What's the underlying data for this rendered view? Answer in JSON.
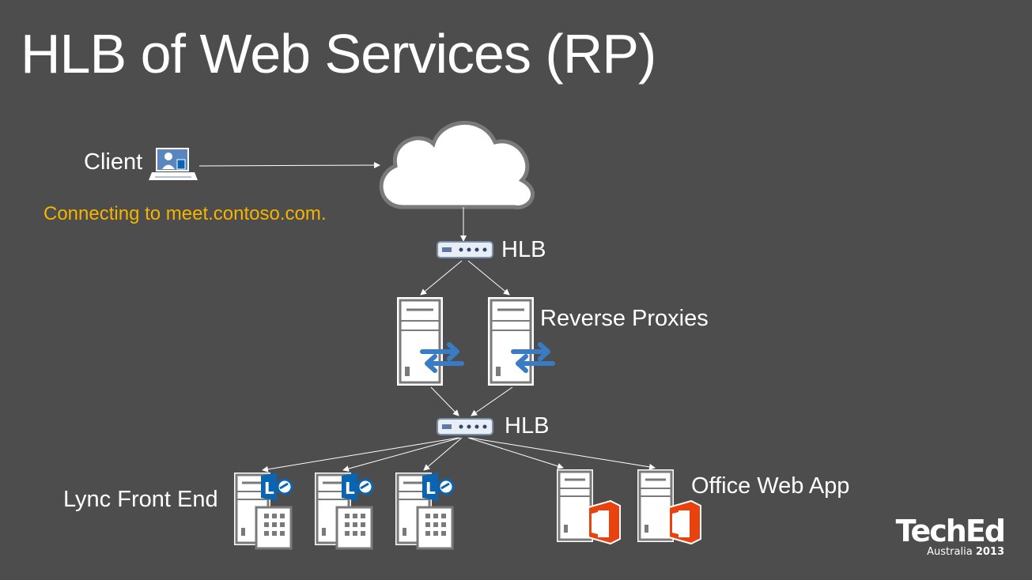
{
  "slide": {
    "title": "HLB of Web Services (RP)"
  },
  "diagram": {
    "client_label": "Client",
    "connecting_note": "Connecting to meet.contoso.com.",
    "hlb_top_label": "HLB",
    "reverse_proxies_label": "Reverse Proxies",
    "hlb_bottom_label": "HLB",
    "lync_front_end_label": "Lync Front End",
    "office_web_app_label": "Office Web App"
  },
  "logo": {
    "brand": "TechEd",
    "region": "Australia",
    "year": "2013"
  },
  "colors": {
    "background": "#4d4d4d",
    "note": "#f5b400",
    "proxy_arrow": "#3a7cc4",
    "lync_blue": "#0b64b0",
    "office_orange": "#e8420e"
  }
}
